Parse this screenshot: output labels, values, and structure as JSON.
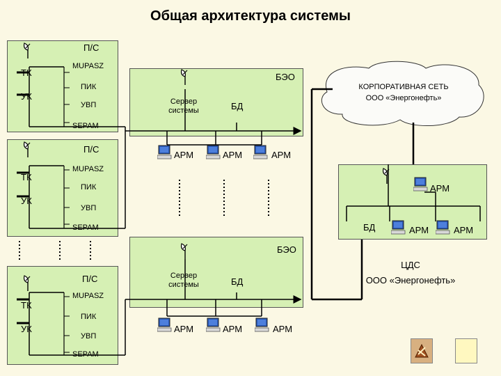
{
  "title": "Общая архитектура системы",
  "substations": [
    {
      "ps": "П/С",
      "tk": "ТК",
      "uk": "УК",
      "mupasz": "MUPASZ",
      "pik": "ПИК",
      "uvp": "УВП",
      "sepam": "SEPAM"
    },
    {
      "ps": "П/С",
      "tk": "ТК",
      "uk": "УК",
      "mupasz": "MUPASZ",
      "pik": "ПИК",
      "uvp": "УВП",
      "sepam": "SEPAM"
    },
    {
      "ps": "П/С",
      "tk": "ТК",
      "uk": "УК",
      "mupasz": "MUPASZ",
      "pik": "ПИК",
      "uvp": "УВП",
      "sepam": "SEPAM"
    }
  ],
  "beo_top": {
    "label": "БЭО",
    "server": "Сервер системы",
    "db": "БД",
    "arm": [
      "АРМ",
      "АРМ",
      "АРМ"
    ]
  },
  "beo_bottom": {
    "label": "БЭО",
    "server": "Сервер системы",
    "db": "БД",
    "arm": [
      "АРМ",
      "АРМ",
      "АРМ"
    ]
  },
  "corp": {
    "line1": "КОРПОРАТИВНАЯ СЕТЬ",
    "line2": "ООО «Энергонефть»"
  },
  "cds": {
    "arm_top": "АРМ",
    "db": "БД",
    "arm": [
      "АРМ",
      "АРМ"
    ],
    "line1": "ЦДС",
    "line2": "ООО «Энергонефть»"
  },
  "colors": {
    "box": "#d6f0b4",
    "cloud": "#fbfbf8",
    "background": "#fbf8e4",
    "monitor": "#2a5ab8"
  }
}
